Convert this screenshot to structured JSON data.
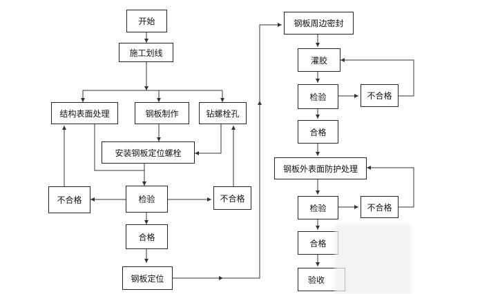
{
  "nodes": {
    "start": "开始",
    "layout": "施工划线",
    "surface": "结构表面处理",
    "fabricate": "钢板制作",
    "drill": "钻螺栓孔",
    "bolts": "安装钢板定位螺栓",
    "fail_left": "不合格",
    "inspect1": "检验",
    "fail_right": "不合格",
    "pass1": "合格",
    "position": "钢板定位",
    "seal": "钢板周边密封",
    "grout": "灌胶",
    "inspect2": "检验",
    "fail2": "不合格",
    "pass2": "合格",
    "protect": "钢板外表面防护处理",
    "inspect3": "检验",
    "fail3": "不合格",
    "pass3": "合格",
    "accept": "验收"
  }
}
